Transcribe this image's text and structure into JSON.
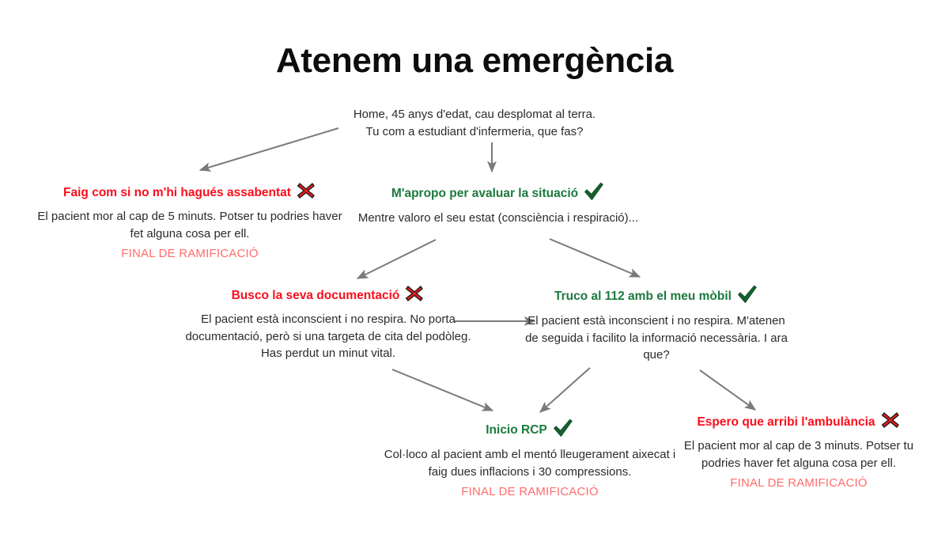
{
  "title": "Atenem una emergència",
  "colors": {
    "red": "#FC0D1B",
    "green": "#1B7A3D",
    "end_red": "#FF6C6C",
    "arrow_gray": "#7A7A7A",
    "body_text": "#2b2b2b"
  },
  "root": {
    "text": "Home, 45 anys d'edat, cau desplomat al terra.\nTu com a estudiant d'infermeria, que fas?"
  },
  "nodes": [
    {
      "id": "ignore",
      "heading": "Faig com si no m'hi hagués assabentat",
      "mark": "cross-icon",
      "mark_type": "cross",
      "body": "El pacient mor al cap de 5 minuts. Potser tu podries haver fet alguna cosa per ell.",
      "end": "FINAL DE RAMIFICACIÓ"
    },
    {
      "id": "approach",
      "heading": "M'apropo per avaluar la situació",
      "mark": "check-icon",
      "mark_type": "check",
      "body": "Mentre valoro el seu estat (consciència i respiració)...",
      "end": ""
    },
    {
      "id": "docs",
      "heading": "Busco la seva documentació",
      "mark": "cross-icon",
      "mark_type": "cross",
      "body": "El pacient està inconscient i no respira. No porta documentació, però si una targeta de cita del podòleg. Has perdut un minut vital.",
      "end": ""
    },
    {
      "id": "call112",
      "heading": "Truco al 112 amb el meu mòbil",
      "mark": "check-icon",
      "mark_type": "check",
      "body": "El pacient està inconscient i no respira. M'atenen de seguida i facilito la informació necessària. I ara que?",
      "end": ""
    },
    {
      "id": "rcp",
      "heading": "Inicio RCP",
      "mark": "check-icon",
      "mark_type": "check",
      "body": "Col·loco al pacient amb el mentó lleugerament aixecat i faig dues inflacions i 30 compressions.",
      "end": "FINAL DE RAMIFICACIÓ"
    },
    {
      "id": "wait",
      "heading": "Espero que arribi l'ambulància",
      "mark": "cross-icon",
      "mark_type": "cross",
      "body": "El pacient mor al cap de 3 minuts. Potser tu podries haver fet alguna cosa per ell.",
      "end": "FINAL DE RAMIFICACIÓ"
    }
  ],
  "edges": [
    {
      "from": "root",
      "to": "ignore",
      "kind": "diagonal-left"
    },
    {
      "from": "root",
      "to": "approach",
      "kind": "vertical"
    },
    {
      "from": "approach",
      "to": "docs",
      "kind": "diagonal-left"
    },
    {
      "from": "approach",
      "to": "call112",
      "kind": "diagonal-right"
    },
    {
      "from": "docs",
      "to": "call112",
      "kind": "horizontal"
    },
    {
      "from": "docs",
      "to": "rcp",
      "kind": "diagonal-right"
    },
    {
      "from": "call112",
      "to": "rcp",
      "kind": "diagonal-left"
    },
    {
      "from": "call112",
      "to": "wait",
      "kind": "diagonal-right"
    }
  ]
}
